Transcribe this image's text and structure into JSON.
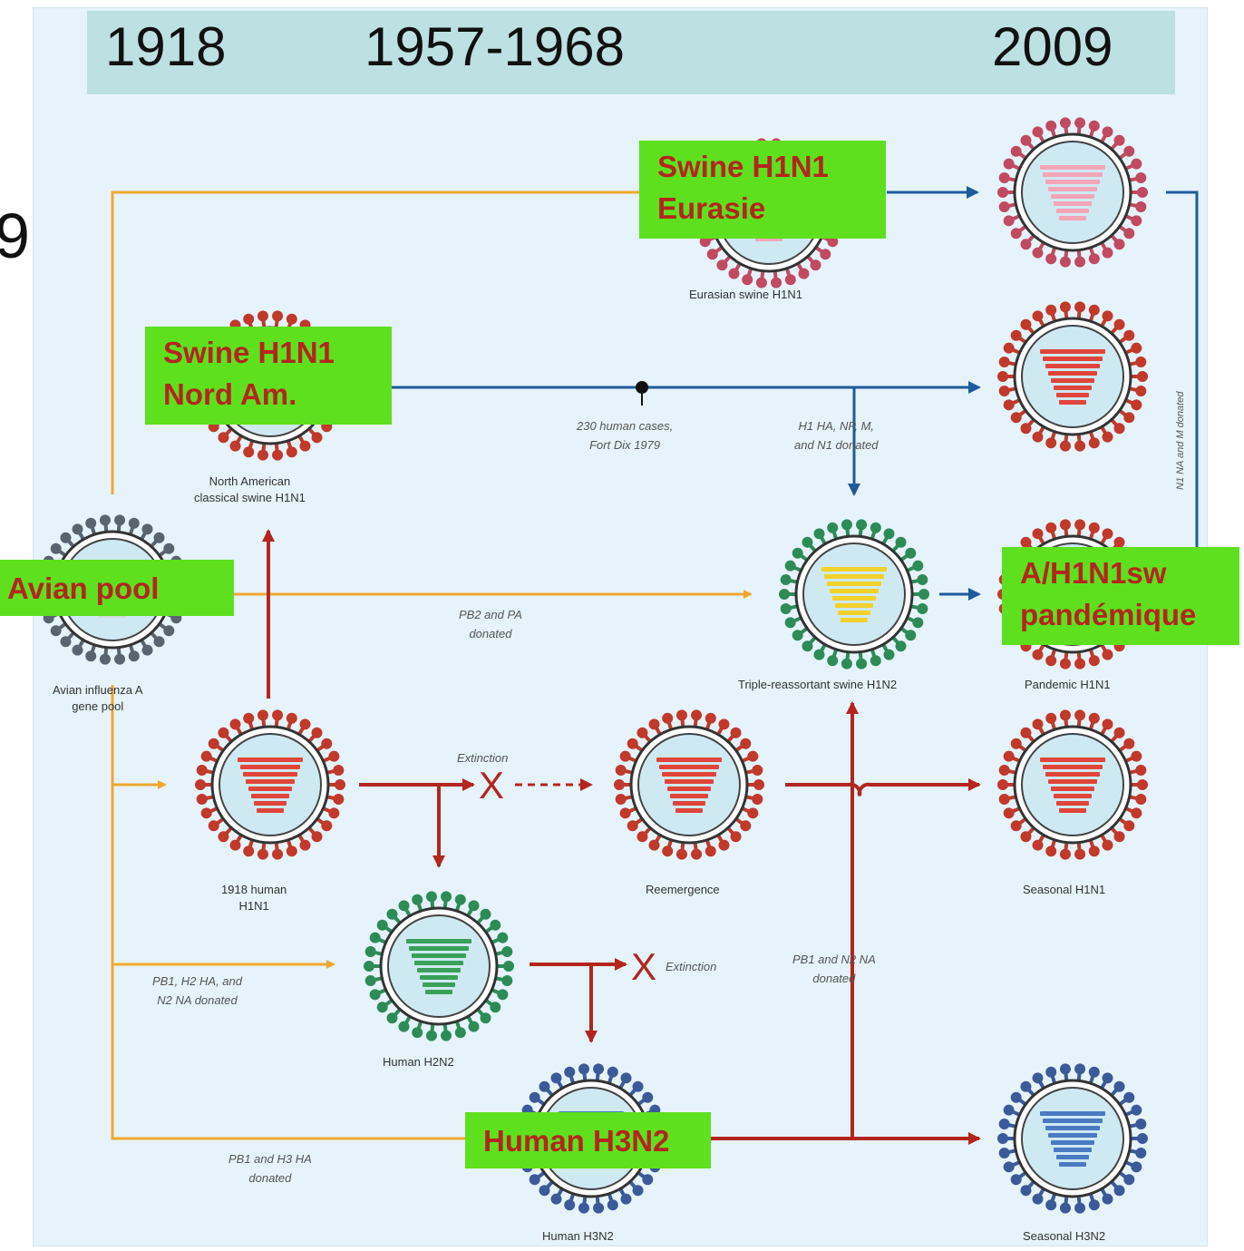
{
  "years": {
    "y1918": "1918",
    "y1957": "1957-1968",
    "y2009": "2009"
  },
  "cut_glyph": "9",
  "labels": {
    "swine_eurasie": [
      "Swine H1N1",
      "Eurasie"
    ],
    "swine_nord": [
      "Swine H1N1",
      "Nord Am."
    ],
    "avian_pool": "Avian pool",
    "a_h1n1sw": [
      "A/H1N1sw",
      "pandémique"
    ],
    "human_h3n2": "Human H3N2"
  },
  "captions": {
    "eurasian_swine": "Eurasian swine H1N1",
    "north_american": [
      "North American",
      "classical swine H1N1"
    ],
    "avian_gene_pool": [
      "Avian influenza A",
      "gene pool"
    ],
    "triple": "Triple-reassortant swine H1N2",
    "pandemic": "Pandemic H1N1",
    "human_1918": [
      "1918 human",
      "H1N1"
    ],
    "reemergence": "Reemergence",
    "seasonal_h1n1": "Seasonal H1N1",
    "human_h2n2": "Human H2N2",
    "human_h3n2_cap": "Human H3N2",
    "seasonal_h3n2": "Seasonal H3N2"
  },
  "notes": {
    "fort_dix": [
      "230 human cases,",
      "Fort Dix 1979"
    ],
    "h1_donated": [
      "H1 HA, NP, M,",
      "and N1 donated"
    ],
    "pb2_pa": [
      "PB2 and PA",
      "donated"
    ],
    "extinction1": "Extinction",
    "extinction2": "Extinction",
    "pb1_h2": [
      "PB1, H2 HA, and",
      "N2 NA donated"
    ],
    "pb1_n2": [
      "PB1 and N2 NA",
      "donated"
    ],
    "pb1_h3": [
      "PB1 and H3 HA",
      "donated"
    ],
    "n1_vertical": "N1 NA and M donated"
  },
  "colors": {
    "panel": "#e6f3fa",
    "year_band": "#bde0e3",
    "label_bg": "#5ee01f",
    "label_text": "#b3261e",
    "avian_line": "#f0a830",
    "human_line": "#b3261e",
    "swine_line": "#1f5a9a"
  },
  "virus_icons": [
    {
      "name": "eurasian-swine-virus-icon",
      "spike": "#c04a62",
      "core": "#f4a5b8"
    },
    {
      "name": "north-american-swine-virus-icon",
      "spike": "#c0392b",
      "core": "#d9443a"
    },
    {
      "name": "avian-pool-virus-icon",
      "spike": "#5a6470",
      "core": "#cfd8de"
    },
    {
      "name": "pandemic-2009-eurasian-virus-icon",
      "spike": "#c04a62",
      "core": "#f4a5b8"
    },
    {
      "name": "pandemic-2009-na-virus-icon",
      "spike": "#c0392b",
      "core": "#e0443a"
    },
    {
      "name": "triple-reassortant-virus-icon",
      "spike": "#2e8b57",
      "core": "#f2d12a"
    },
    {
      "name": "pandemic-h1n1-virus-icon",
      "spike": "#c0392b",
      "core": "#e0443a"
    },
    {
      "name": "human-1918-virus-icon",
      "spike": "#c0392b",
      "core": "#e0443a"
    },
    {
      "name": "reemergence-virus-icon",
      "spike": "#c0392b",
      "core": "#e0443a"
    },
    {
      "name": "seasonal-h1n1-virus-icon",
      "spike": "#c0392b",
      "core": "#e0443a"
    },
    {
      "name": "human-h2n2-virus-icon",
      "spike": "#2e8b57",
      "core": "#3aa05a"
    },
    {
      "name": "human-h3n2-virus-icon",
      "spike": "#3c5a9a",
      "core": "#4a7ac0"
    },
    {
      "name": "seasonal-h3n2-virus-icon",
      "spike": "#3c5a9a",
      "core": "#4a7ac0"
    }
  ]
}
